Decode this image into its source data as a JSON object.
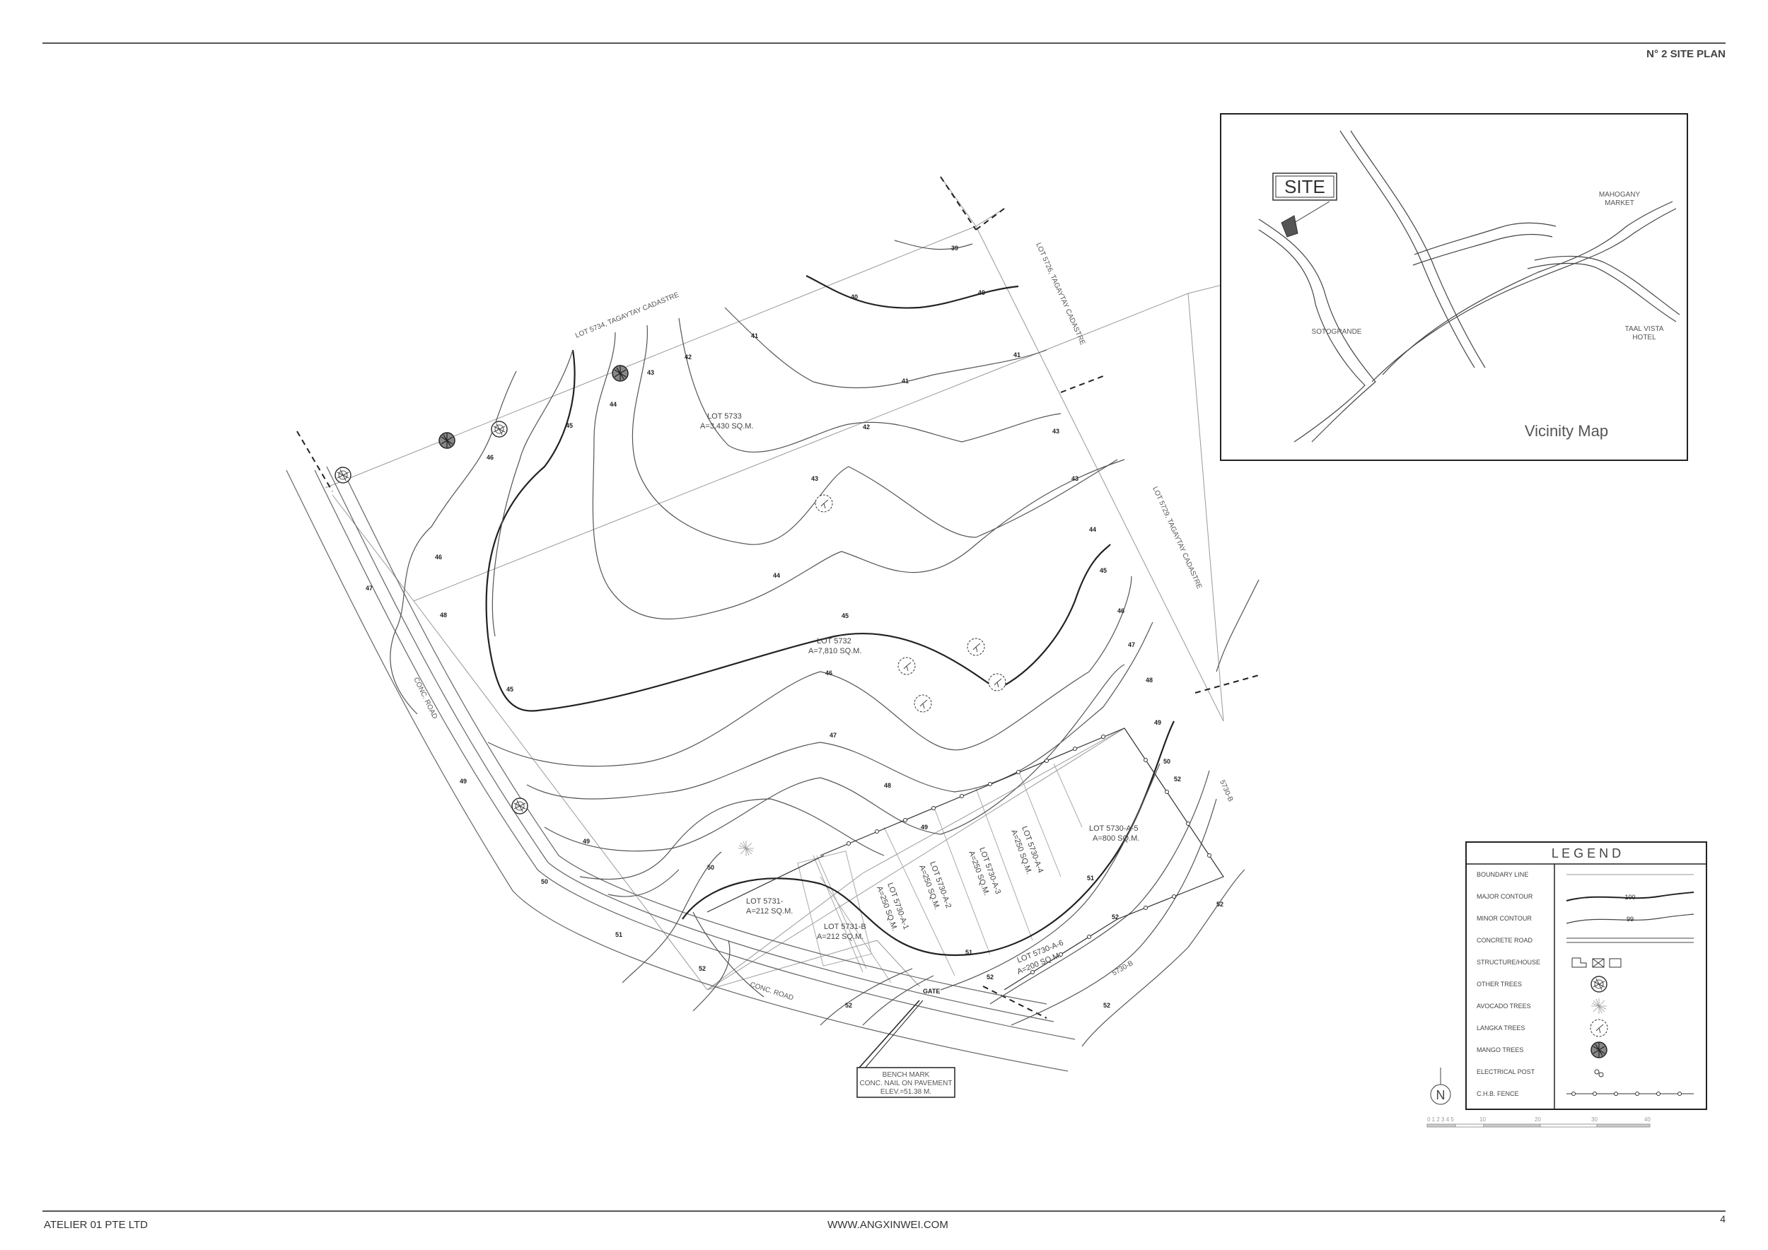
{
  "header": {
    "title": "N° 2 SITE PLAN"
  },
  "footer": {
    "company": "ATELIER 01 PTE LTD",
    "website": "WWW.ANGXINWEI.COM",
    "page": "4"
  },
  "plan": {
    "adjacent_lots": {
      "north": "LOT 5734, TAGAYTAY CADASTRE",
      "northeast": "LOT 5726, TAGAYTAY CADASTRE",
      "east": "LOT 5729, TAGAYTAY CADASTRE",
      "east_b1": "5730-B",
      "east_b2": "5730-B"
    },
    "roads": {
      "left": "CONC. ROAD",
      "bottom": "CONC. ROAD"
    },
    "lots": [
      {
        "name": "LOT 5733",
        "area": "A=3,430 SQ.M."
      },
      {
        "name": "LOT 5732",
        "area": "A=7,810 SQ.M."
      },
      {
        "name": "LOT 5731-",
        "area": "A=212 SQ.M."
      },
      {
        "name": "LOT 5731-B",
        "area": "A=212 SQ.M."
      },
      {
        "name": "LOT 5730-A-1",
        "area": "A=250 SQ.M."
      },
      {
        "name": "LOT 5730-A-2",
        "area": "A=250 SQ.M."
      },
      {
        "name": "LOT 5730-A-3",
        "area": "A=250 SQ.M."
      },
      {
        "name": "LOT 5730-A-4",
        "area": "A=250 SQ.M."
      },
      {
        "name": "LOT 5730-A-5",
        "area": "A=800 SQ.M."
      },
      {
        "name": "LOT 5730-A-6",
        "area": "A=200 SQ.M."
      }
    ],
    "contours": [
      "39",
      "40",
      "41",
      "42",
      "43",
      "44",
      "45",
      "46",
      "47",
      "48",
      "49",
      "50",
      "51",
      "52"
    ],
    "gate": "GATE",
    "bench_mark": [
      "BENCH MARK",
      "CONC. NAIL ON PAVEMENT",
      "ELEV.=51.38 M."
    ],
    "north_arrow": "N",
    "scale_ticks": [
      "0 1 2 3 4 5",
      "10",
      "20",
      "30",
      "40"
    ]
  },
  "vicinity": {
    "site_label": "SITE",
    "title": "Vicinity Map",
    "places": [
      "MAHOGANY",
      "MARKET",
      "TAAL VISTA",
      "HOTEL",
      "SOTOGRANDE"
    ]
  },
  "legend": {
    "title": "L E G E N D",
    "items": [
      {
        "label": "BOUNDARY LINE",
        "symbol": "boundary-line-symbol"
      },
      {
        "label": "MAJOR CONTOUR",
        "symbol": "major-contour-symbol",
        "value": "100"
      },
      {
        "label": "MINOR CONTOUR",
        "symbol": "minor-contour-symbol",
        "value": "99"
      },
      {
        "label": "CONCRETE ROAD",
        "symbol": "concrete-road-symbol"
      },
      {
        "label": "STRUCTURE/HOUSE",
        "symbol": "structure-house-symbol"
      },
      {
        "label": "OTHER TREES",
        "symbol": "other-tree-icon"
      },
      {
        "label": "AVOCADO TREES",
        "symbol": "avocado-tree-icon"
      },
      {
        "label": "LANGKA TREES",
        "symbol": "langka-tree-icon"
      },
      {
        "label": "MANGO TREES",
        "symbol": "mango-tree-icon"
      },
      {
        "label": "ELECTRICAL POST",
        "symbol": "electrical-post-icon"
      },
      {
        "label": "C.H.B. FENCE",
        "symbol": "chb-fence-symbol"
      }
    ]
  }
}
